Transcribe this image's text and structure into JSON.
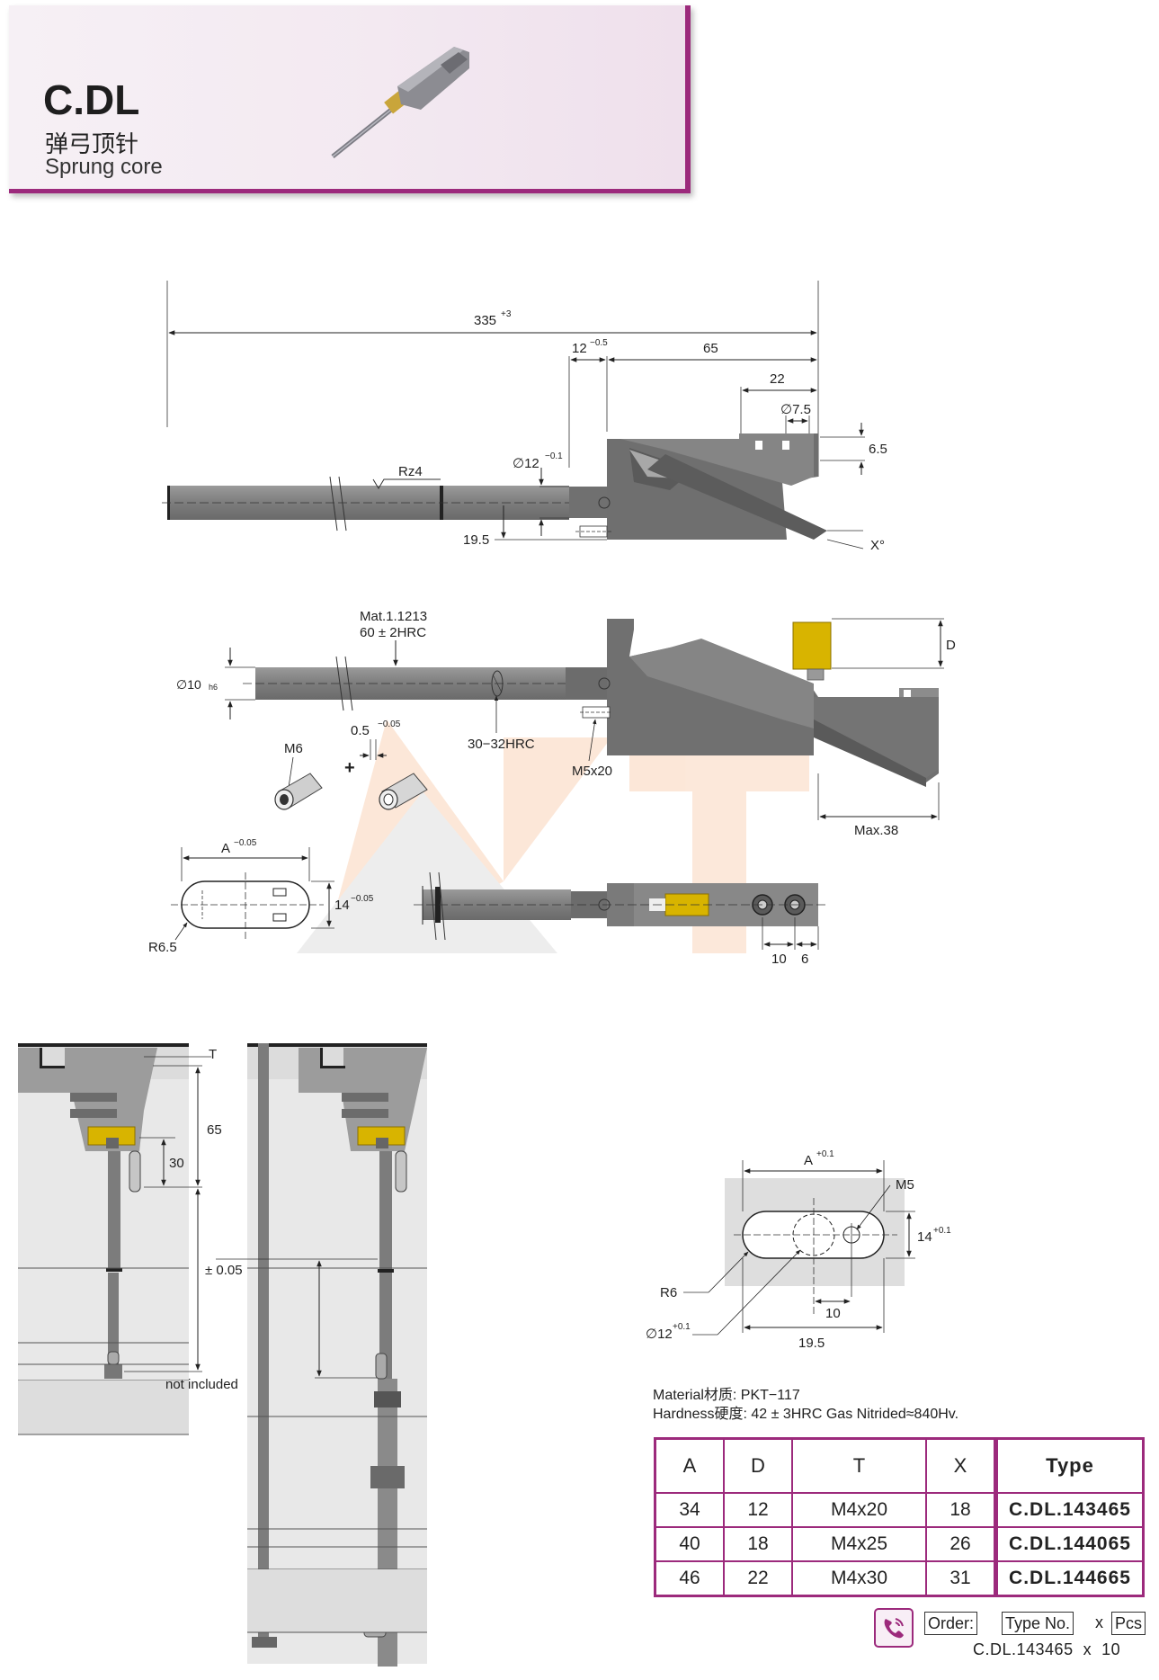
{
  "header": {
    "code": "C.DL",
    "name_cn": "弹弓顶针",
    "name_en": "Sprung core"
  },
  "drawing_top": {
    "dim_total": "335",
    "dim_total_tol": "+3",
    "dim_12": "12",
    "dim_12_tol": "−0.5",
    "dim_65": "65",
    "dim_22": "22",
    "dim_dia75": "∅7.5",
    "dim_65b": "6.5",
    "rz": "Rz4",
    "dia12": "∅12",
    "dia12_tol": "−0.1",
    "dim_195": "19.5",
    "angle": "X°"
  },
  "drawing_mid": {
    "material": "Mat.1.1213",
    "hardness": "60 ± 2HRC",
    "dia10": "∅10",
    "dia10_tol": "h6",
    "hrc_zone": "30−32HRC",
    "m6": "M6",
    "shim": "0.5",
    "shim_tol": "−0.05",
    "m5x20": "M5x20",
    "d_label": "D",
    "max38": "Max.38"
  },
  "drawing_bottom": {
    "a_label": "A",
    "a_tol": "−0.05",
    "w14": "14",
    "w14_tol": "−0.05",
    "r65": "R6.5",
    "d10": "10",
    "d6": "6"
  },
  "assembly": {
    "t_label": "T",
    "d65": "65",
    "d30": "30",
    "tol": "± 0.05",
    "not_included": "not included"
  },
  "pocket": {
    "a_label": "A",
    "a_tol": "+0.1",
    "m5": "M5",
    "w14": "14",
    "w14_tol": "+0.1",
    "r6": "R6",
    "dia12": "∅12",
    "dia12_tol": "+0.1",
    "d10": "10",
    "d195": "19.5"
  },
  "spec": {
    "material": "Material材质: PKT−117",
    "hardness": "Hardness硬度: 42 ± 3HRC Gas Nitrided≈840Hv."
  },
  "table": {
    "headers": [
      "A",
      "D",
      "T",
      "X",
      "Type"
    ],
    "rows": [
      [
        "34",
        "12",
        "M4x20",
        "18",
        "C.DL.143465"
      ],
      [
        "40",
        "18",
        "M4x25",
        "26",
        "C.DL.144065"
      ],
      [
        "46",
        "22",
        "M4x30",
        "31",
        "C.DL.144665"
      ]
    ]
  },
  "order": {
    "order_label": "Order:",
    "type_no_label": "Type No.",
    "x": "x",
    "pcs_label": "Pcs",
    "example": "C.DL.143465  x  10"
  },
  "colors": {
    "accent": "#9c2a7c",
    "steel": "#8a8a8a",
    "dark_steel": "#6e6e6e",
    "brass": "#d8b400"
  }
}
